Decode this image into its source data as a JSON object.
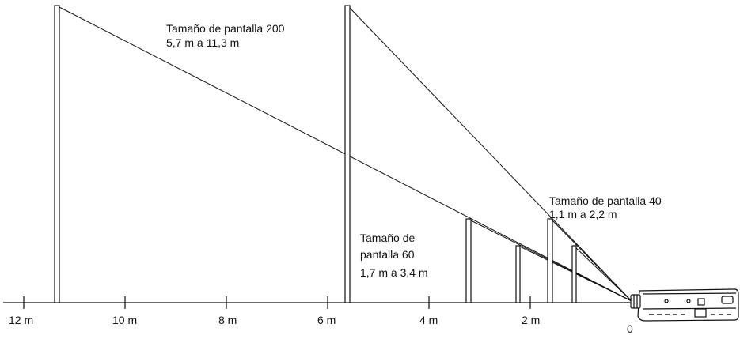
{
  "axis": {
    "tick_labels": [
      "12 m",
      "10 m",
      "8 m",
      "6 m",
      "4 m",
      "2 m",
      "0"
    ]
  },
  "labels": {
    "screen_200": {
      "line1": "Tamaño de pantalla 200",
      "line2": "5,7 m a 11,3 m"
    },
    "screen_60": {
      "line1": "Tamaño de",
      "line2": "pantalla 60",
      "line3": "1,7 m a 3,4 m"
    },
    "screen_40": {
      "line1": "Tamaño de pantalla 40",
      "line2": "1,1 m a 2,2 m"
    }
  },
  "screens": [
    {
      "name": "screen-200-far",
      "distance_m": 11.3
    },
    {
      "name": "screen-200-near",
      "distance_m": 5.7
    },
    {
      "name": "screen-60-far",
      "distance_m": 3.4
    },
    {
      "name": "screen-60-near",
      "distance_m": 1.7
    },
    {
      "name": "screen-40-far",
      "distance_m": 2.2
    },
    {
      "name": "screen-40-near",
      "distance_m": 1.1
    }
  ],
  "device": {
    "icon": "projector-icon"
  }
}
